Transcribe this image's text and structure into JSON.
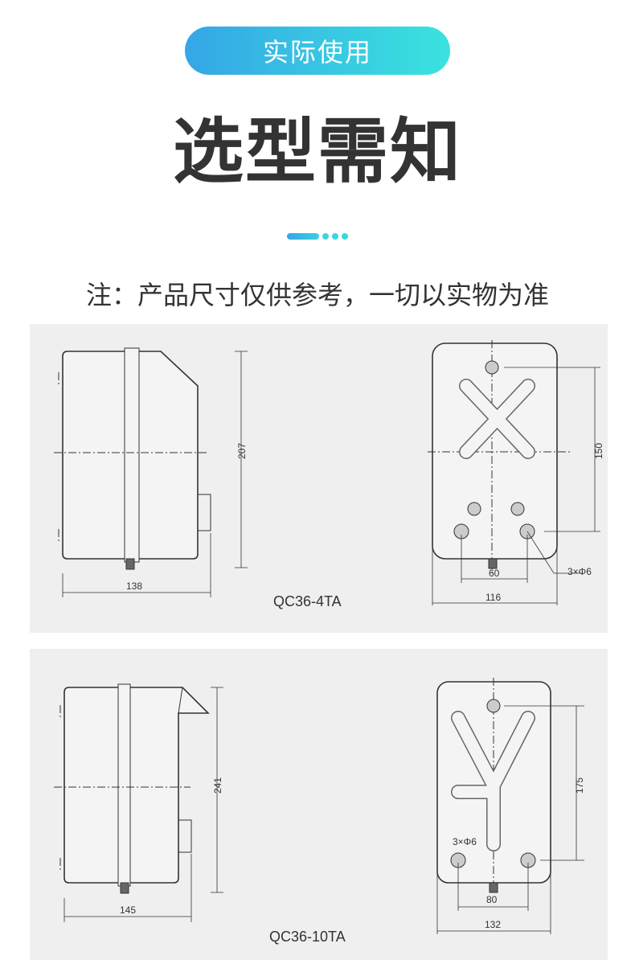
{
  "header": {
    "badge": "实际使用",
    "title": "选型需知",
    "note": "注：产品尺寸仅供参考，一切以实物为准"
  },
  "accent": {
    "start": "#35a6e6",
    "end": "#3ae3df"
  },
  "models": [
    {
      "name": "QC36-4TA",
      "height": "207",
      "depth": "138",
      "hole_spacing_v": "150",
      "hole_spacing_h": "60",
      "width": "116",
      "holes": "3×Φ6"
    },
    {
      "name": "QC36-10TA",
      "height": "241",
      "depth": "145",
      "hole_spacing_v": "175",
      "hole_spacing_h": "80",
      "width": "132",
      "holes": "3×Φ6"
    }
  ]
}
